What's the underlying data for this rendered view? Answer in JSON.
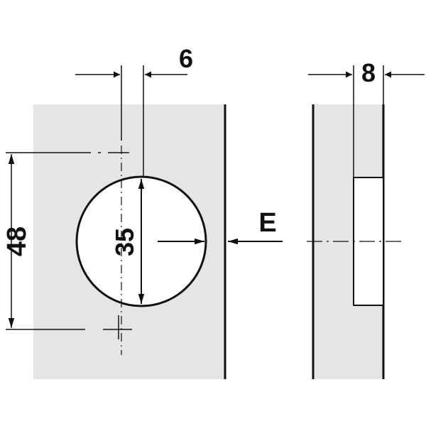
{
  "labels": {
    "offset": "6",
    "thickness": "8",
    "height": "48",
    "diameter": "35",
    "edge": "E"
  },
  "colors": {
    "panel": "#e5e5e5",
    "line": "#111111",
    "background": "#ffffff"
  }
}
